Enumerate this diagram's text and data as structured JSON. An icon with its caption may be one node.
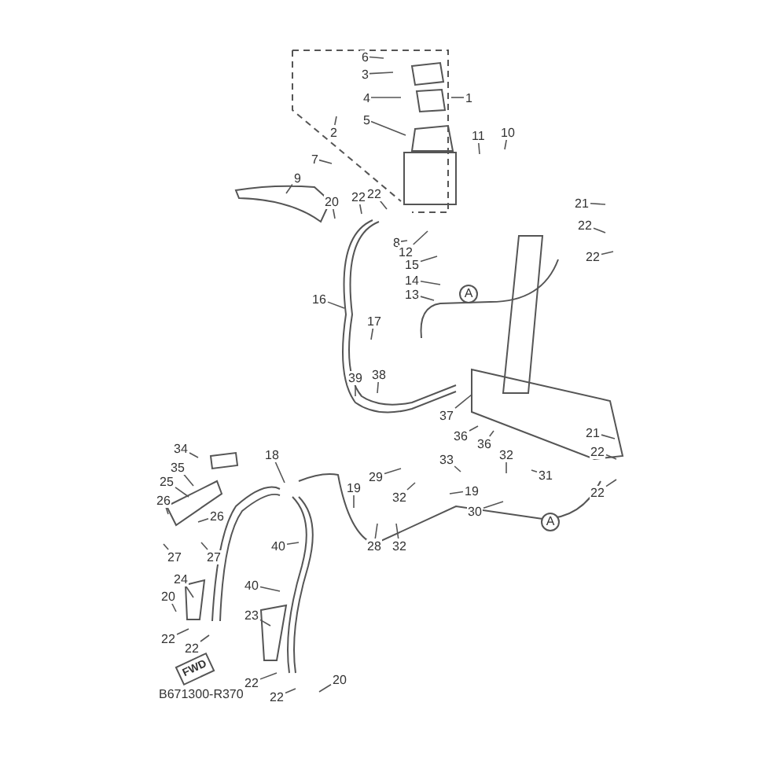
{
  "diagram": {
    "nodes": [
      {
        "text": [
          "6"
        ]
      },
      {
        "text": [
          "3"
        ]
      },
      {
        "text": [
          "1"
        ]
      },
      {
        "text": [
          "4"
        ]
      },
      {
        "text": [
          "5"
        ]
      },
      {
        "text": [
          "2"
        ]
      },
      {
        "text": [
          "10"
        ]
      },
      {
        "text": [
          "11"
        ]
      },
      {
        "text": [
          "7"
        ]
      },
      {
        "text": [
          "9"
        ]
      },
      {
        "text": [
          "22"
        ]
      },
      {
        "text": [
          "20"
        ]
      },
      {
        "text": [
          "22"
        ]
      },
      {
        "text": [
          "21"
        ]
      },
      {
        "text": [
          "22"
        ]
      },
      {
        "text": [
          "8"
        ]
      },
      {
        "text": [
          "12"
        ]
      },
      {
        "text": [
          "22"
        ]
      },
      {
        "text": [
          "15"
        ]
      },
      {
        "text": [
          "14"
        ]
      },
      {
        "text": [
          "13"
        ]
      },
      {
        "text": [
          "16"
        ]
      },
      {
        "text": [
          "17"
        ]
      },
      {
        "text": [
          "38"
        ]
      },
      {
        "text": [
          "39"
        ]
      },
      {
        "text": [
          "37"
        ]
      },
      {
        "text": [
          "36"
        ]
      },
      {
        "text": [
          "21"
        ]
      },
      {
        "text": [
          "36"
        ]
      },
      {
        "text": [
          "22"
        ]
      },
      {
        "text": [
          "34"
        ]
      },
      {
        "text": [
          "18"
        ]
      },
      {
        "text": [
          "33"
        ]
      },
      {
        "text": [
          "32"
        ]
      },
      {
        "text": [
          "35"
        ]
      },
      {
        "text": [
          "29"
        ]
      },
      {
        "text": [
          "19"
        ]
      },
      {
        "text": [
          "31"
        ]
      },
      {
        "text": [
          "25"
        ]
      },
      {
        "text": [
          "30"
        ]
      },
      {
        "text": [
          "19"
        ]
      },
      {
        "text": [
          "22"
        ]
      },
      {
        "text": [
          "26"
        ]
      },
      {
        "text": [
          "32"
        ]
      },
      {
        "text": [
          "26"
        ]
      },
      {
        "text": [
          "28"
        ]
      },
      {
        "text": [
          "32"
        ]
      },
      {
        "text": [
          "40"
        ]
      },
      {
        "text": [
          "27"
        ]
      },
      {
        "text": [
          "27"
        ]
      },
      {
        "text": [
          "24"
        ]
      },
      {
        "text": [
          "40"
        ]
      },
      {
        "text": [
          "20"
        ]
      },
      {
        "text": [
          "23"
        ]
      },
      {
        "text": [
          "22"
        ]
      },
      {
        "text": [
          "22"
        ]
      },
      {
        "text": [
          "20"
        ]
      },
      {
        "text": [
          "22"
        ]
      },
      {
        "text": [
          "22"
        ]
      }
    ],
    "edges": [
      {
        "from": 0,
        "to": null,
        "arrow": "none"
      },
      {
        "from": 1,
        "to": null,
        "arrow": "none"
      },
      {
        "from": 2,
        "to": null,
        "arrow": "none"
      },
      {
        "from": 3,
        "to": null,
        "arrow": "none"
      },
      {
        "from": 4,
        "to": null,
        "arrow": "none"
      },
      {
        "from": 5,
        "to": null,
        "arrow": "none"
      },
      {
        "from": 6,
        "to": null,
        "arrow": "none"
      },
      {
        "from": 7,
        "to": null,
        "arrow": "none"
      },
      {
        "from": 8,
        "to": null,
        "arrow": "none"
      },
      {
        "from": 9,
        "to": null,
        "arrow": "none"
      },
      {
        "from": 10,
        "to": null,
        "arrow": "none"
      },
      {
        "from": 11,
        "to": null,
        "arrow": "none"
      },
      {
        "from": 12,
        "to": null,
        "arrow": "none"
      },
      {
        "from": 13,
        "to": null,
        "arrow": "none"
      },
      {
        "from": 14,
        "to": null,
        "arrow": "none"
      },
      {
        "from": 15,
        "to": null,
        "arrow": "none"
      },
      {
        "from": 16,
        "to": null,
        "arrow": "none"
      },
      {
        "from": 17,
        "to": null,
        "arrow": "none"
      },
      {
        "from": 18,
        "to": null,
        "arrow": "none"
      },
      {
        "from": 19,
        "to": null,
        "arrow": "none"
      },
      {
        "from": 20,
        "to": null,
        "arrow": "none"
      },
      {
        "from": 21,
        "to": null,
        "arrow": "none"
      },
      {
        "from": 22,
        "to": null,
        "arrow": "none"
      },
      {
        "from": 23,
        "to": null,
        "arrow": "none"
      },
      {
        "from": 24,
        "to": null,
        "arrow": "none"
      },
      {
        "from": 25,
        "to": null,
        "arrow": "none"
      },
      {
        "from": 26,
        "to": null,
        "arrow": "none"
      },
      {
        "from": 27,
        "to": null,
        "arrow": "none"
      },
      {
        "from": 28,
        "to": null,
        "arrow": "none"
      },
      {
        "from": 29,
        "to": null,
        "arrow": "none"
      },
      {
        "from": 30,
        "to": null,
        "arrow": "none"
      },
      {
        "from": 31,
        "to": null,
        "arrow": "none"
      },
      {
        "from": 32,
        "to": null,
        "arrow": "none"
      },
      {
        "from": 33,
        "to": null,
        "arrow": "none"
      },
      {
        "from": 34,
        "to": null,
        "arrow": "none"
      },
      {
        "from": 35,
        "to": null,
        "arrow": "none"
      },
      {
        "from": 36,
        "to": null,
        "arrow": "none"
      },
      {
        "from": 37,
        "to": null,
        "arrow": "none"
      },
      {
        "from": 38,
        "to": null,
        "arrow": "none"
      },
      {
        "from": 39,
        "to": null,
        "arrow": "none"
      },
      {
        "from": 40,
        "to": null,
        "arrow": "none"
      },
      {
        "from": 41,
        "to": null,
        "arrow": "none"
      },
      {
        "from": 42,
        "to": null,
        "arrow": "none"
      },
      {
        "from": 43,
        "to": null,
        "arrow": "none"
      },
      {
        "from": 44,
        "to": null,
        "arrow": "none"
      },
      {
        "from": 45,
        "to": null,
        "arrow": "none"
      },
      {
        "from": 46,
        "to": null,
        "arrow": "none"
      },
      {
        "from": 47,
        "to": null,
        "arrow": "none"
      },
      {
        "from": 48,
        "to": null,
        "arrow": "none"
      },
      {
        "from": 49,
        "to": null,
        "arrow": "none"
      },
      {
        "from": 50,
        "to": null,
        "arrow": "none"
      },
      {
        "from": 51,
        "to": null,
        "arrow": "none"
      },
      {
        "from": 52,
        "to": null,
        "arrow": "none"
      },
      {
        "from": 53,
        "to": null,
        "arrow": "none"
      },
      {
        "from": 54,
        "to": null,
        "arrow": "none"
      },
      {
        "from": 55,
        "to": null,
        "arrow": "none"
      },
      {
        "from": 56,
        "to": null,
        "arrow": "none"
      },
      {
        "from": 57,
        "to": null,
        "arrow": "none"
      },
      {
        "from": 58,
        "to": null,
        "arrow": "none"
      }
    ],
    "labels": [
      "A",
      "A",
      "FWD",
      "B671300-R370"
    ]
  }
}
